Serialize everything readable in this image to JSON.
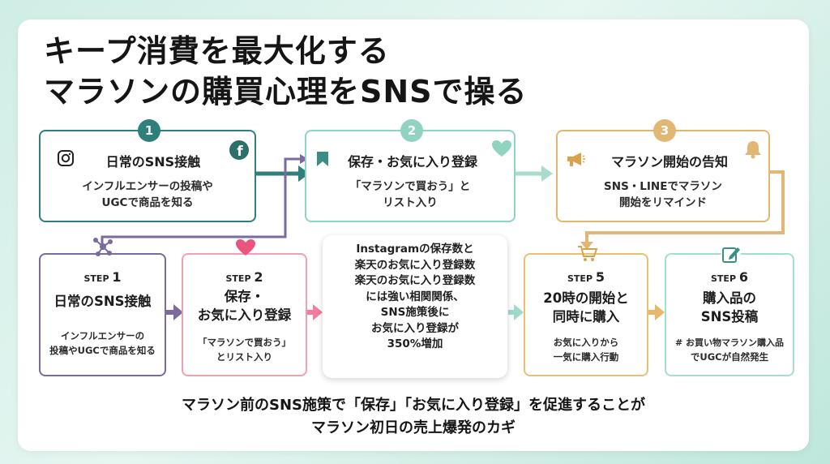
{
  "title": {
    "line1": "キープ消費を最大化する",
    "line2": "マラソンの購買心理をSNSで操る"
  },
  "top_steps": [
    {
      "num": "1",
      "head": "日常のSNS接触",
      "desc1": "インフルエンサーの投稿や",
      "desc2": "UGCで商品を知る",
      "color": "#2f7f7a",
      "icon": "instagram-icon",
      "corner_icon": "facebook-icon"
    },
    {
      "num": "2",
      "head": "保存・お気に入り登録",
      "desc1": "「マラソンで買おう」と",
      "desc2": "リスト入り",
      "color": "#8fd3c0",
      "icon": "bookmark-icon",
      "corner_icon": "heart-icon"
    },
    {
      "num": "3",
      "head": "マラソン開始の告知",
      "desc1": "SNS・LINEでマラソン",
      "desc2": "開始をリマインド",
      "color": "#e2b774",
      "icon": "megaphone-icon",
      "corner_icon": "bell-icon"
    }
  ],
  "bottom_steps": [
    {
      "step_word": "STEP",
      "num": "1",
      "title1": "日常のSNS接触",
      "title2": "",
      "desc1": "インフルエンサーの",
      "desc2": "投稿やUGCで商品を知る",
      "color": "#7a6a9e",
      "icon": "network-icon"
    },
    {
      "step_word": "STEP",
      "num": "2",
      "title1": "保存・",
      "title2": "お気に入り登録",
      "desc1": "「マラソンで買おう」",
      "desc2": "とリスト入り",
      "color": "#f0a0b0",
      "icon": "heart-icon"
    },
    {
      "step_word": "STEP",
      "num": "5",
      "title1": "20時の開始と",
      "title2": "同時に購入",
      "desc1": "お気に入りから",
      "desc2": "一気に購入行動",
      "color": "#e8c078",
      "icon": "cart-icon"
    },
    {
      "step_word": "STEP",
      "num": "6",
      "title1": "購入品の",
      "title2": "SNS投稿",
      "desc1": "# お買い物マラソン購入品",
      "desc2": "でUGCが自然発生",
      "color": "#a8ddd2",
      "icon": "edit-icon"
    }
  ],
  "center": {
    "lines": [
      "Instagramの保存数と",
      "楽天のお気に入り登録数",
      "楽天のお気に入り登録数",
      "には強い相関関係、",
      "SNS施策後に",
      "お気に入り登録が",
      "350%増加"
    ]
  },
  "footer": {
    "line1": "マラソン前のSNS施策で「保存」「お気に入り登録」を促進することが",
    "line2": "マラソン初日の売上爆発のカギ"
  },
  "colors": {
    "teal_dark": "#2f7f7a",
    "mint": "#8fd3c0",
    "gold": "#e2b774",
    "purple": "#7a6a9e",
    "pink": "#f0a0b0",
    "facebook": "#2f6f6a",
    "heart": "#e8557f"
  }
}
